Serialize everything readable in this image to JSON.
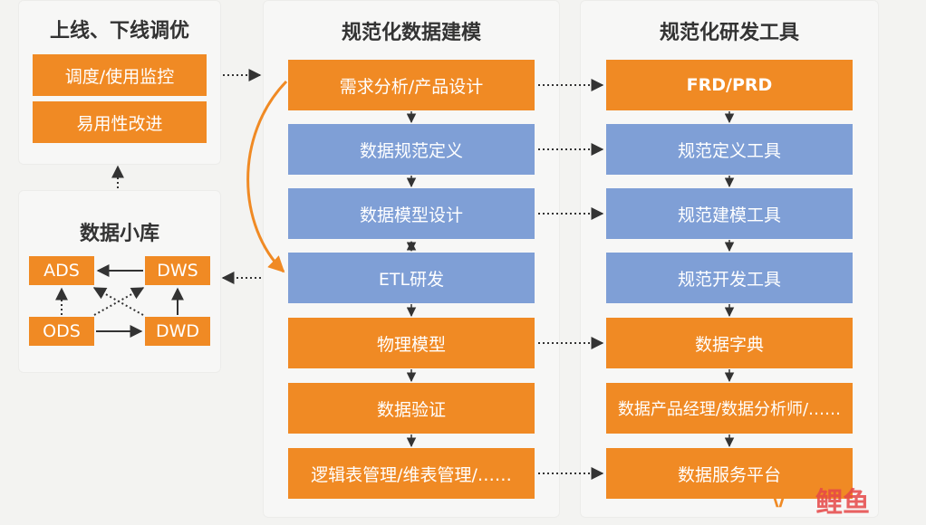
{
  "left_panel": {
    "title": "上线、下线调优",
    "items": [
      "调度/使用监控",
      "易用性改进"
    ]
  },
  "mart_panel": {
    "title": "数据小库",
    "nodes": {
      "ads": "ADS",
      "dws": "DWS",
      "ods": "ODS",
      "dwd": "DWD"
    }
  },
  "middle_panel": {
    "title": "规范化数据建模",
    "steps": [
      "需求分析/产品设计",
      "数据规范定义",
      "数据模型设计",
      "ETL研发",
      "物理模型",
      "数据验证",
      "逻辑表管理/维表管理/……"
    ]
  },
  "right_panel": {
    "title": "规范化研发工具",
    "steps": [
      "FRD/PRD",
      "规范定义工具",
      "规范建模工具",
      "规范开发工具",
      "数据字典",
      "数据产品经理/数据分析师/……",
      "数据服务平台"
    ]
  },
  "watermark": {
    "mark": "\\/",
    "text": "鲤鱼"
  },
  "colors": {
    "orange": "#f08a24",
    "blue": "#7f9fd6",
    "connector": "#333333",
    "curve": "#f08a24"
  }
}
